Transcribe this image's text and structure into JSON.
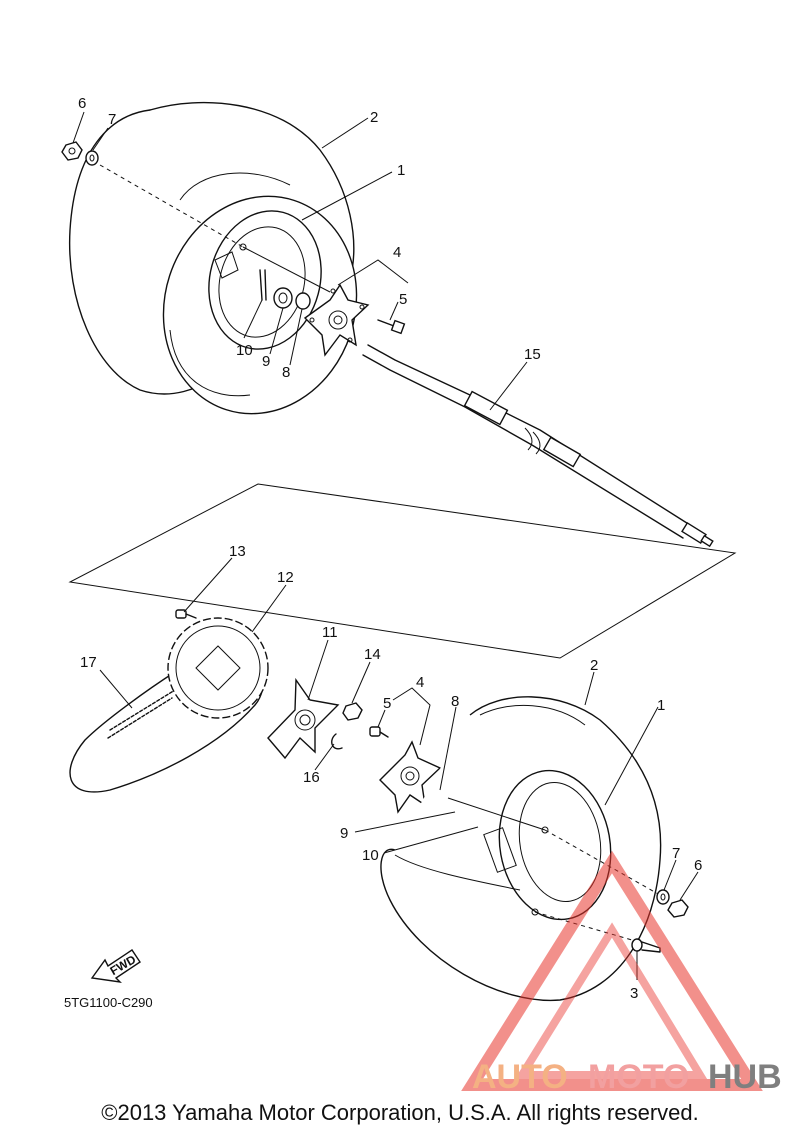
{
  "diagram": {
    "callouts": {
      "p6_top": "6",
      "p7_top": "7",
      "p2_top": "2",
      "p1_top": "1",
      "p4_top": "4",
      "p5_top": "5",
      "p10_top": "10",
      "p9_top": "9",
      "p8_top": "8",
      "p15": "15",
      "p13": "13",
      "p12": "12",
      "p17": "17",
      "p11": "11",
      "p14": "14",
      "p4_bot": "4",
      "p5_bot": "5",
      "p16": "16",
      "p8_bot": "8",
      "p2_bot": "2",
      "p1_bot": "1",
      "p9_bot": "9",
      "p10_bot": "10",
      "p7_bot": "7",
      "p6_bot": "6",
      "p3": "3"
    },
    "fwd_label": "FWD",
    "reference_code": "5TG1100-C290"
  },
  "watermark": {
    "part1": "AUTO",
    "part2": "MOTO",
    "part3": "HUB",
    "colors": {
      "auto": "#f4b183",
      "moto": "#f2a0a0",
      "hub": "#7f7f7f",
      "triangle": "#e8342c"
    }
  },
  "footer": {
    "copyright": "©2013 Yamaha Motor Corporation, U.S.A. All rights reserved."
  }
}
